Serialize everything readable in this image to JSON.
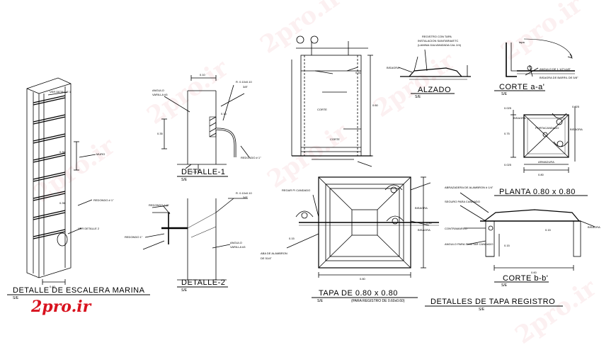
{
  "details": {
    "escalera_title": "DETALLE DE ESCALERA MARINA",
    "escalera_scale": "S/E",
    "escalera_notes": [
      "VER DETALLE 1",
      "MURO",
      "REDONDO # 1\"",
      "VER DETALLE 2"
    ],
    "escalera_dims": [
      "0.30",
      "0.35",
      "0.40"
    ],
    "detalle1_title": "DETALLE-1",
    "detalle1_scale": "S/E",
    "detalle1_notes": [
      "ANGULO",
      "VARILLA #3",
      "R. 0.10x0.10",
      "3/8\"",
      "REDONDO # 1\""
    ],
    "detalle1_dims": [
      "0.10",
      "0.35",
      "0.15",
      "0.05"
    ],
    "detalle2_title": "DETALLE-2",
    "detalle2_scale": "S/E",
    "detalle2_notes": [
      "REDONDO 1/2\"",
      "REDONDO 1\"",
      "ANGULO",
      "VARILLA #3",
      "R. 0.10x0.10",
      "3/8\""
    ],
    "tapa_title": "TAPA DE 0.80 x 0.80",
    "tapa_scale": "S/E",
    "tapa_sub": "(PARA REGISTRO DE 0.60x0.60)",
    "tapa_notes": [
      "REGAR P/ CANDADO",
      "BISAGRA",
      "ABA DE ALAMBRON",
      "DE 51/4\"",
      "BISAGRA"
    ],
    "tapa_dims": [
      "0.80",
      "0.15",
      "0.80"
    ],
    "alzado_title": "ALZADO",
    "alzado_scale": "S/E",
    "alzado_notes": [
      "REGISTRO CON TAPA",
      "INSTALACION SANITARIA/ETC",
      "(LAMINA GALVANIZADA CAL 2/4)",
      "BISAGRA"
    ],
    "corte_aa_title": "CORTE a-a'",
    "corte_aa_scale": "S/E",
    "corte_aa_notes": [
      "tapa",
      "ANGULO DE 1 1/2\"x1/8\"",
      "BISAGRA DE BARRIL DE 5/8\""
    ],
    "planta_title": "PLANTA 0.80 x 0.80",
    "planta_notes": [
      "BISAGRA",
      "PORTACANDADO",
      "BISAGRA",
      "ARMADURA"
    ],
    "planta_dims": [
      "0.025",
      "0.025",
      "0.75",
      "0.025",
      "0.80"
    ],
    "corte_bb_title": "CORTE b-b'",
    "corte_bb_scale": "S/E",
    "corte_bb_notes": [
      "ABRAZADERA DE ALAMBRON # 1/4\"",
      "SEGURO PARA CANDADO",
      "CONTRAMARCO",
      "ANGULO PARA SUJETAR CANDADO",
      "BISAGRA"
    ],
    "corte_bb_dims": [
      "0.15",
      "0.15",
      "0.60"
    ],
    "tapa_registro_title": "DETALLES DE TAPA REGISTRO",
    "tapa_registro_scale": "S/E",
    "section_center_notes": [
      "CORTE",
      "CORTE"
    ],
    "section_center_dims": [
      "0.51",
      "0.60"
    ]
  },
  "brand": {
    "logo": "2pro.ir",
    "watermark": "2pro.ir"
  }
}
